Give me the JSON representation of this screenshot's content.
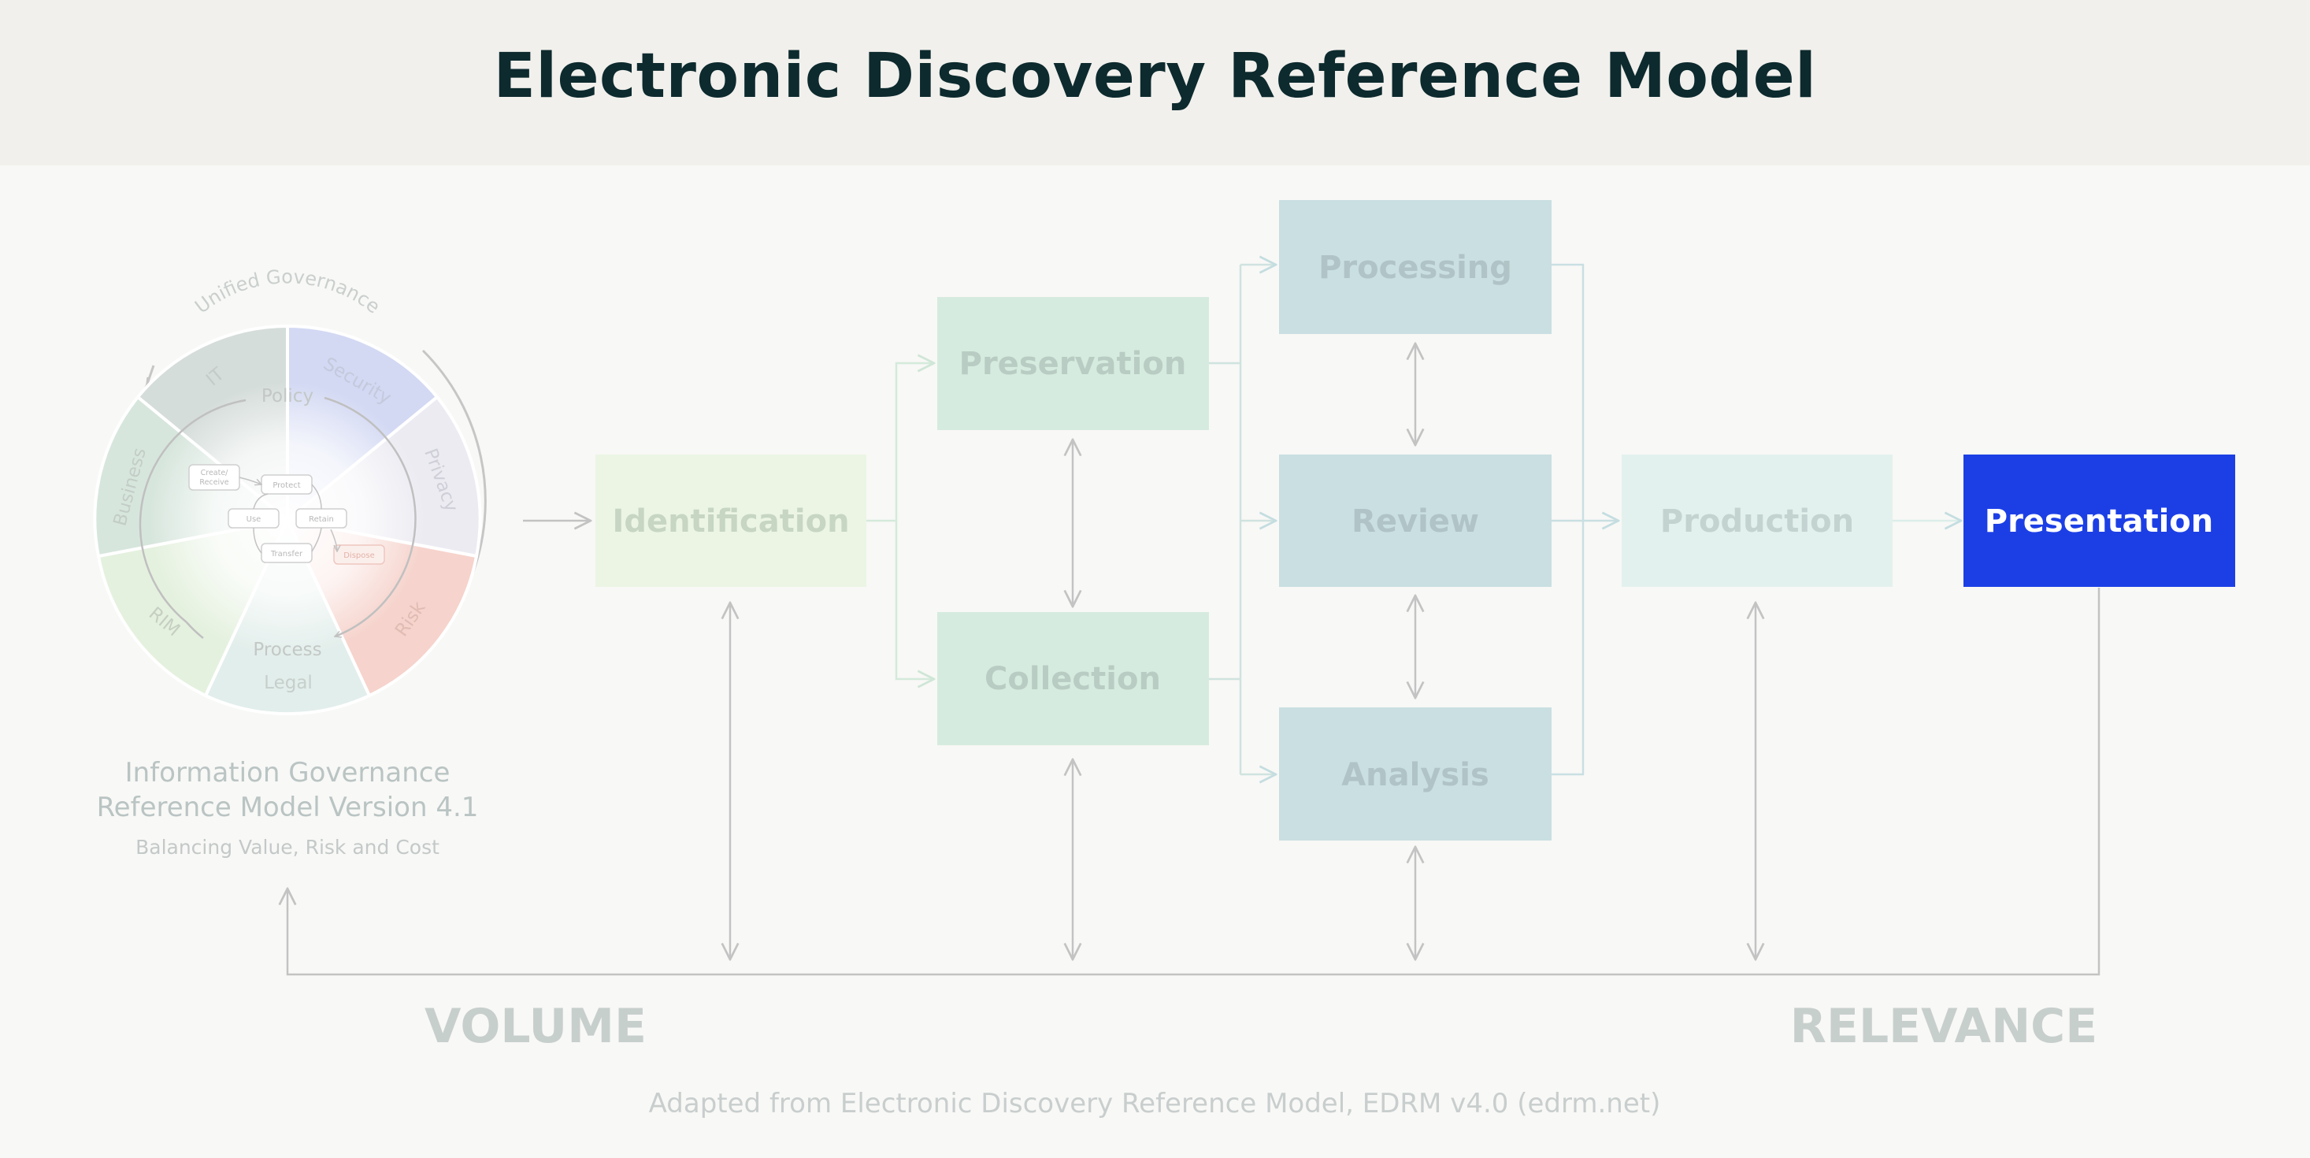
{
  "title": "Electronic Discovery Reference Model",
  "igrm": {
    "ring_label": "Unified Governance",
    "sectors": {
      "it": "IT",
      "security": "Security",
      "privacy": "Privacy",
      "risk": "Risk",
      "legal": "Legal",
      "rim": "RIM",
      "business": "Business"
    },
    "inner_labels": {
      "policy": "Policy",
      "process": "Process"
    },
    "lifecycle": {
      "create": "Create/\nReceive",
      "protect": "Protect",
      "use": "Use",
      "retain": "Retain",
      "transfer": "Transfer",
      "dispose": "Dispose"
    },
    "caption_line1": "Information Governance",
    "caption_line2": "Reference Model Version 4.1",
    "subcaption": "Balancing Value, Risk and Cost"
  },
  "stages": {
    "identification": "Identification",
    "preservation": "Preservation",
    "collection": "Collection",
    "processing": "Processing",
    "review": "Review",
    "analysis": "Analysis",
    "production": "Production",
    "presentation": "Presentation"
  },
  "axis": {
    "volume": "VOLUME",
    "relevance": "RELEVANCE"
  },
  "footer": "Adapted from Electronic Discovery Reference Model, EDRM v4.0 (edrm.net)",
  "colors": {
    "identification": "#ecf5e4",
    "preservation": "#d6ebdf",
    "processing": "#c9dfe1",
    "production": "#e2f1ee",
    "presentation": "#1c3fe5",
    "muted_text": "#b9c6c4",
    "axis_text": "#c7cfcd"
  }
}
